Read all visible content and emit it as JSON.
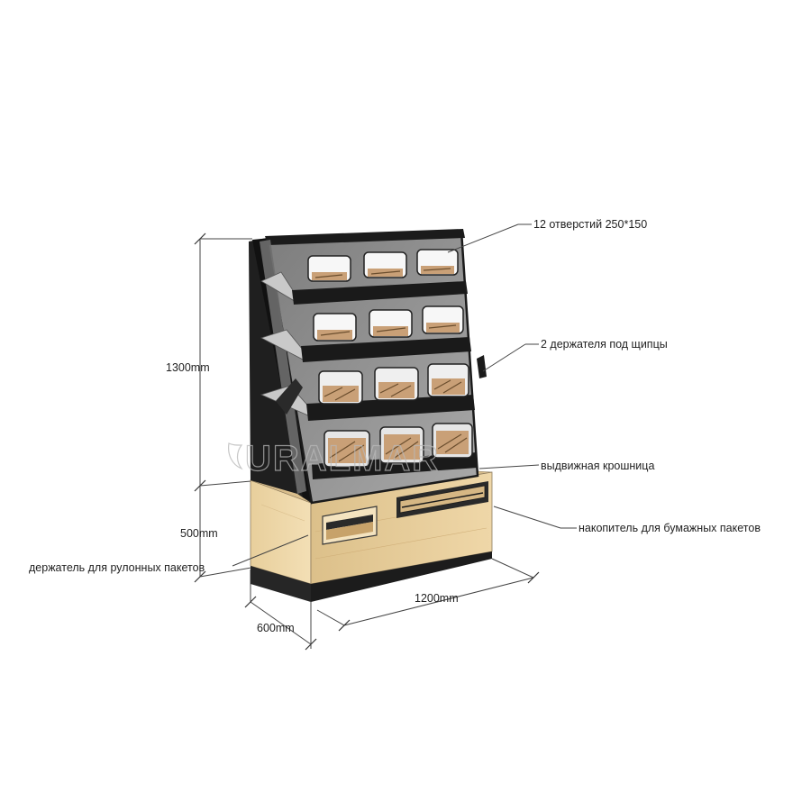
{
  "dimensions": {
    "height_top": "1300mm",
    "height_base": "500mm",
    "width": "1200mm",
    "depth": "600mm"
  },
  "callouts": {
    "openings": "12 отверстий 250*150",
    "tong_holders": "2 держателя под щипцы",
    "crumb_tray": "выдвижная крошница",
    "paper_bag_storage": "накопитель для бумажных пакетов",
    "roll_bag_holder": "держатель для рулонных пакетов"
  },
  "watermark": "URALMAR",
  "colors": {
    "frame": "#1c1c1c",
    "glass": "#8f8f8f",
    "wood": "#e2c896",
    "wood_dark": "#c9a66e",
    "bread_tray": "#c9a077"
  },
  "icons": {
    "watermark_logo": "leaf-mark-icon"
  }
}
